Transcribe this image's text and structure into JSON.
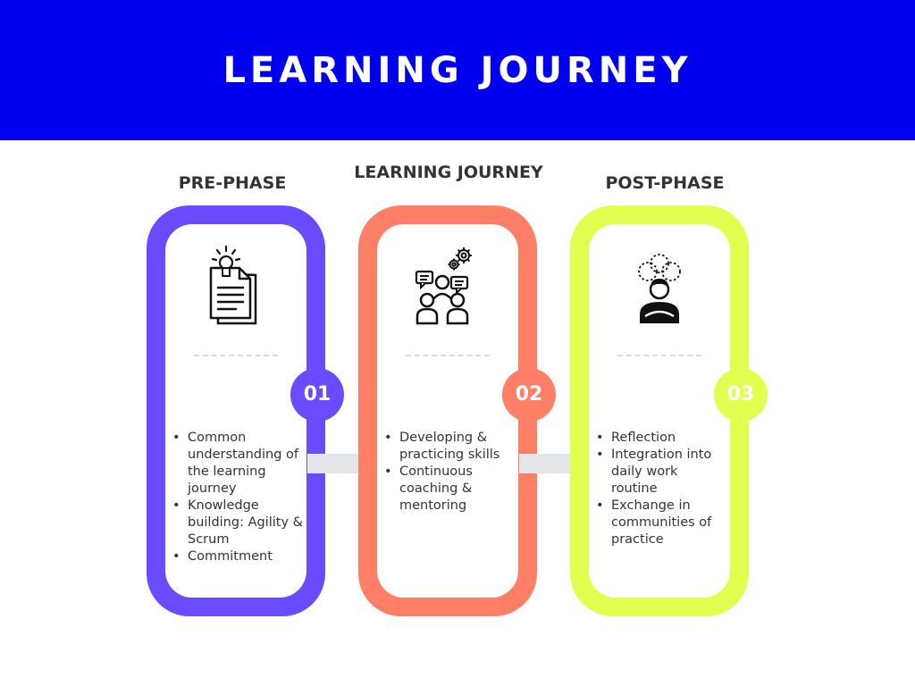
{
  "header": {
    "title": "LEARNING JOURNEY"
  },
  "colors": {
    "banner": "#0000ee",
    "phase1": "#6a4bff",
    "phase2": "#ff7f66",
    "phase3": "#e0ff4f",
    "arrow": "#e3e6ea"
  },
  "phases": [
    {
      "heading": "PRE-PHASE",
      "number": "01",
      "icon": "document-lightbulb-icon",
      "bullets": [
        "Common understanding of the learning journey",
        "Knowledge building: Agility & Scrum",
        "Commitment"
      ]
    },
    {
      "heading": "LEARNING JOURNEY",
      "number": "02",
      "icon": "team-discussion-gears-icon",
      "bullets": [
        "Developing & practicing skills",
        "Continuous coaching & mentoring"
      ]
    },
    {
      "heading": "POST-PHASE",
      "number": "03",
      "icon": "person-thinking-icon",
      "bullets": [
        "Reflection",
        "Integration into daily work routine",
        "Exchange in communities of practice"
      ]
    }
  ]
}
